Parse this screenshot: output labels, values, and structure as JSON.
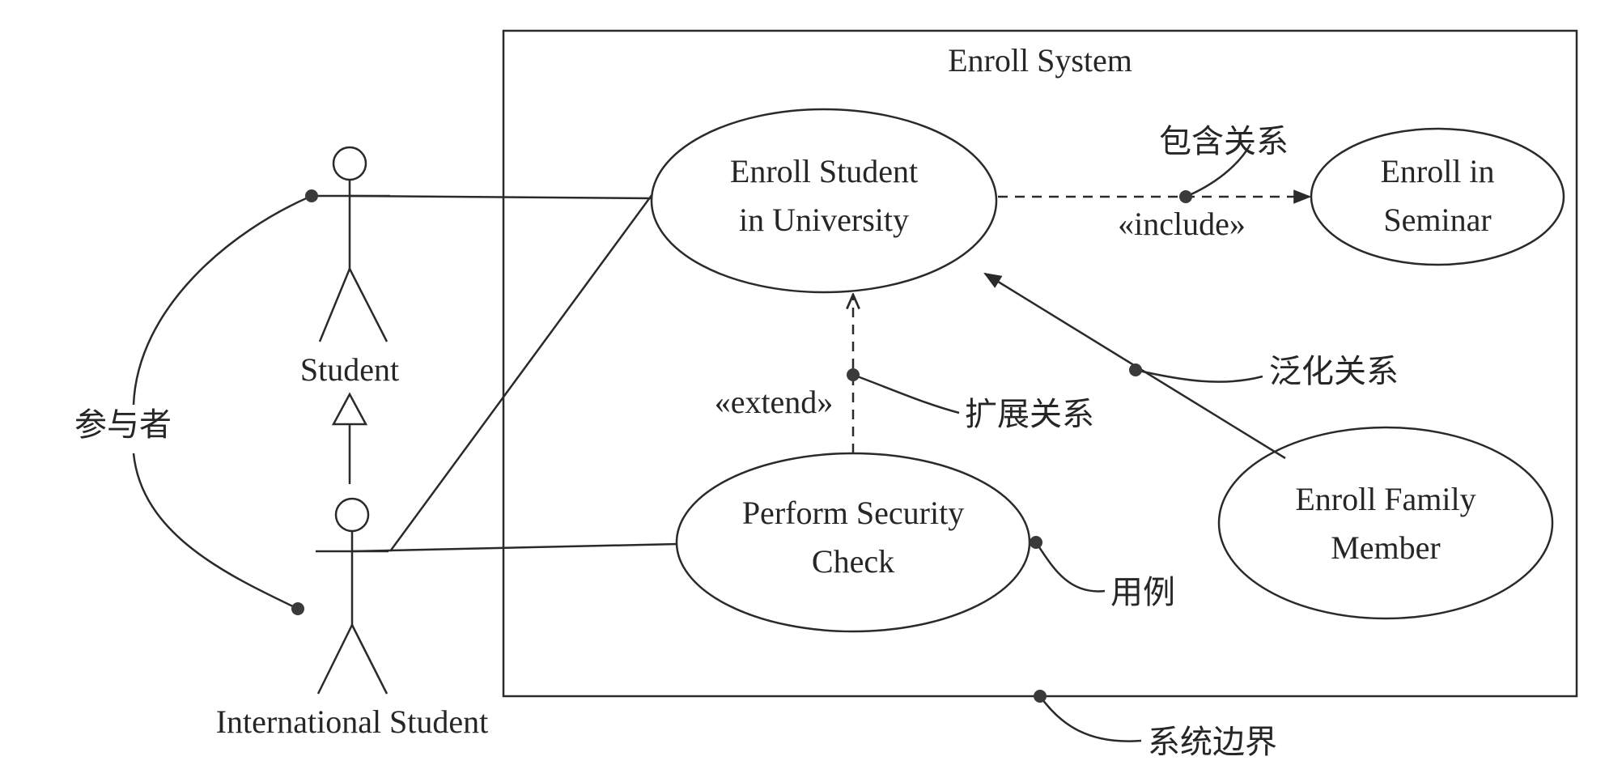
{
  "diagram": {
    "system_name": "Enroll System",
    "actors": [
      {
        "name": "Student"
      },
      {
        "name": "International Student"
      }
    ],
    "use_cases": [
      {
        "lines": [
          "Enroll Student",
          "in University"
        ]
      },
      {
        "lines": [
          "Enroll in",
          "Seminar"
        ]
      },
      {
        "lines": [
          "Perform Security",
          "Check"
        ]
      },
      {
        "lines": [
          "Enroll Family",
          "Member"
        ]
      }
    ],
    "stereotypes": {
      "include": "«include»",
      "extend": "«extend»"
    },
    "annotations": {
      "actor": "参与者",
      "include_relation": "包含关系",
      "extend_relation": "扩展关系",
      "generalization_relation": "泛化关系",
      "use_case": "用例",
      "system_boundary": "系统边界"
    }
  },
  "colors": {
    "line": "#2a2a2a",
    "background": "#ffffff"
  }
}
